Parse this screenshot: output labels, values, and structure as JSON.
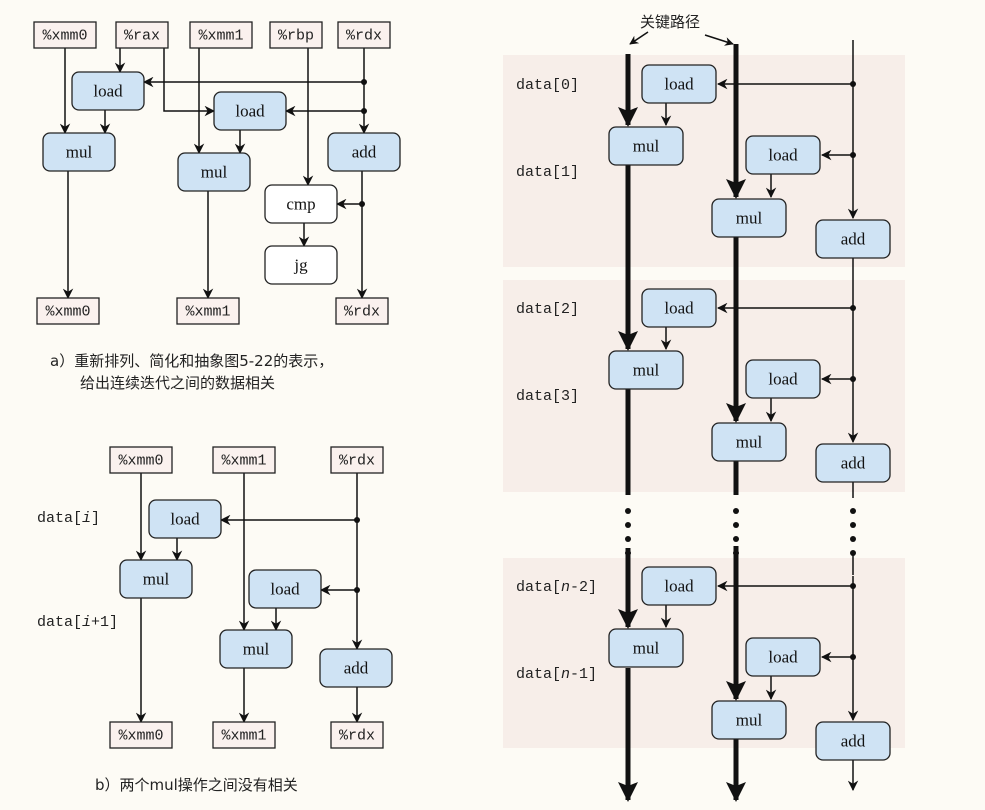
{
  "diagram_a": {
    "top_registers": [
      "%xmm0",
      "%rax",
      "%xmm1",
      "%rbp",
      "%rdx"
    ],
    "operations": [
      "load",
      "load",
      "mul",
      "mul",
      "add",
      "cmp",
      "jg"
    ],
    "bottom_registers": [
      "%xmm0",
      "%xmm1",
      "%rdx"
    ],
    "caption_line1": "a）重新排列、简化和抽象图5-22的表示，",
    "caption_line2": "给出连续迭代之间的数据相关"
  },
  "diagram_b": {
    "top_registers": [
      "%xmm0",
      "%xmm1",
      "%rdx"
    ],
    "operations": [
      "load",
      "mul",
      "load",
      "mul",
      "add"
    ],
    "bottom_registers": [
      "%xmm0",
      "%xmm1",
      "%rdx"
    ],
    "row_labels": [
      {
        "prefix": "data[",
        "var": "i",
        "suffix": "]"
      },
      {
        "prefix": "data[",
        "var": "i",
        "suffix": "+1]"
      }
    ],
    "caption": "b）两个mul操作之间没有相关"
  },
  "diagram_c": {
    "critical_path_label": "关键路径",
    "iterations": [
      {
        "labels": [
          "data[0]",
          "data[1]"
        ]
      },
      {
        "labels": [
          "data[2]",
          "data[3]"
        ]
      },
      {
        "labels": [
          "data[n-2]",
          "data[n-1]"
        ],
        "italic_n": true
      }
    ],
    "operations": [
      "load",
      "mul",
      "load",
      "mul",
      "add"
    ],
    "ellipsis": "⋮"
  },
  "colors": {
    "op_fill": "#cfe3f4",
    "reg_fill": "#faf1ee",
    "band_fill": "#f6ebe6",
    "stroke": "#111111"
  }
}
